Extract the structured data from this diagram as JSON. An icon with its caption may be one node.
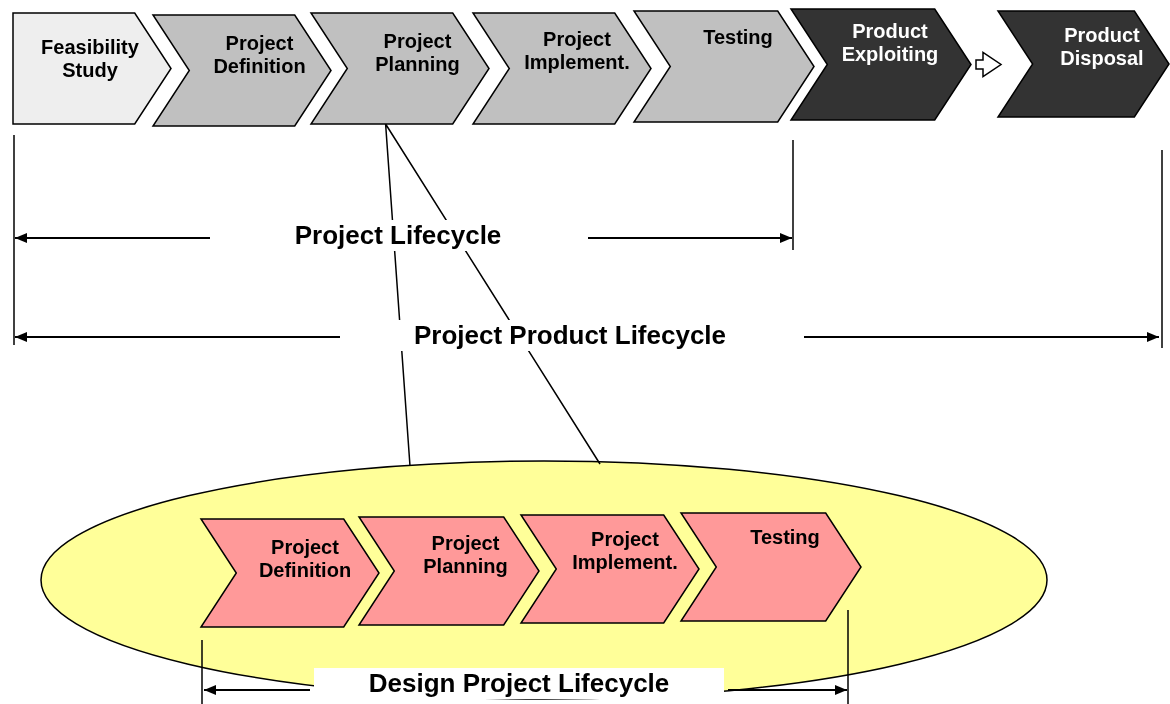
{
  "diagram": {
    "nodes": [
      {
        "text": [
          "Feasibility Study"
        ]
      },
      {
        "text": [
          "Project Definition"
        ]
      },
      {
        "text": [
          "Project Planning"
        ]
      },
      {
        "text": [
          "Project Implement."
        ]
      },
      {
        "text": [
          "Testing"
        ]
      },
      {
        "text": [
          "Product Exploiting"
        ]
      },
      {
        "text": [
          "Product Disposal"
        ]
      },
      {
        "text": [],
        "shape": "ellipse"
      },
      {
        "text": [
          "Project Definition"
        ],
        "in": 7
      },
      {
        "text": [
          "Project Planning"
        ],
        "in": 7
      },
      {
        "text": [
          "Project Implement."
        ],
        "in": 7
      },
      {
        "text": [
          "Testing"
        ],
        "in": 7
      }
    ],
    "edges": [
      {
        "from": 5,
        "to": 6,
        "arrow": "to"
      },
      {
        "from": 7,
        "to": 2,
        "arrow": "none"
      }
    ],
    "labels": [
      "Project Lifecycle",
      "Project Product Lifecycle",
      "Design Project Lifecycle"
    ]
  }
}
